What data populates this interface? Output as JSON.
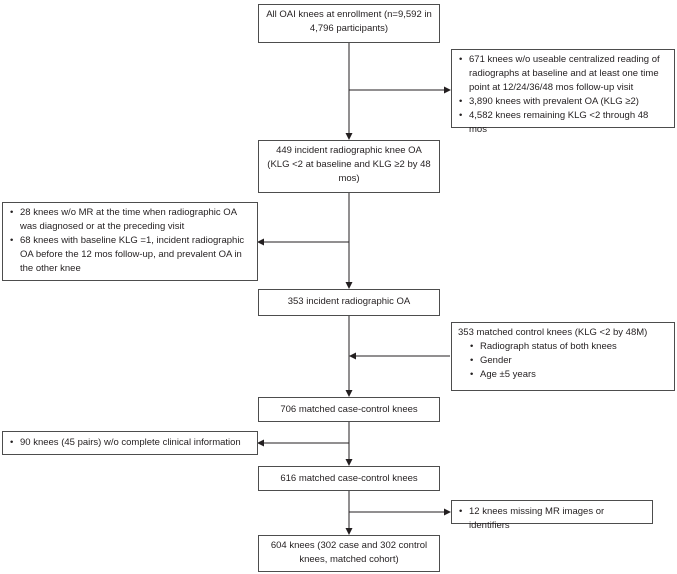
{
  "nodes": {
    "enrollment": "All OAI knees at enrollment (n=9,592 in 4,796 participants)",
    "incident_449": "449 incident radiographic knee OA (KLG <2 at baseline and KLG ≥2 by 48 mos)",
    "incident_353": "353 incident radiographic OA",
    "matched_706": "706 matched case-control knees",
    "matched_616": "616 matched case-control knees",
    "final_604": "604 knees (302 case and 302 control knees, matched cohort)"
  },
  "exclusions": {
    "first": [
      "671 knees w/o useable centralized reading of radiographs at baseline and at least one time point at 12/24/36/48 mos follow-up visit",
      "3,890 knees with prevalent OA (KLG ≥2)",
      "4,582 knees remaining KLG <2 through 48 mos"
    ],
    "second": [
      "28 knees w/o MR at the time when radiographic OA was diagnosed or at the preceding visit",
      "68 knees with baseline KLG =1, incident radiographic OA before the 12 mos follow-up, and prevalent OA in the other knee"
    ],
    "fourth": [
      "90 knees (45 pairs) w/o complete clinical information"
    ],
    "fifth": [
      "12 knees missing MR images or identifiers"
    ]
  },
  "controls": {
    "title": "353 matched control knees (KLG <2 by 48M)",
    "criteria": [
      "Radiograph status of both knees",
      "Gender",
      "Age ±5 years"
    ]
  }
}
